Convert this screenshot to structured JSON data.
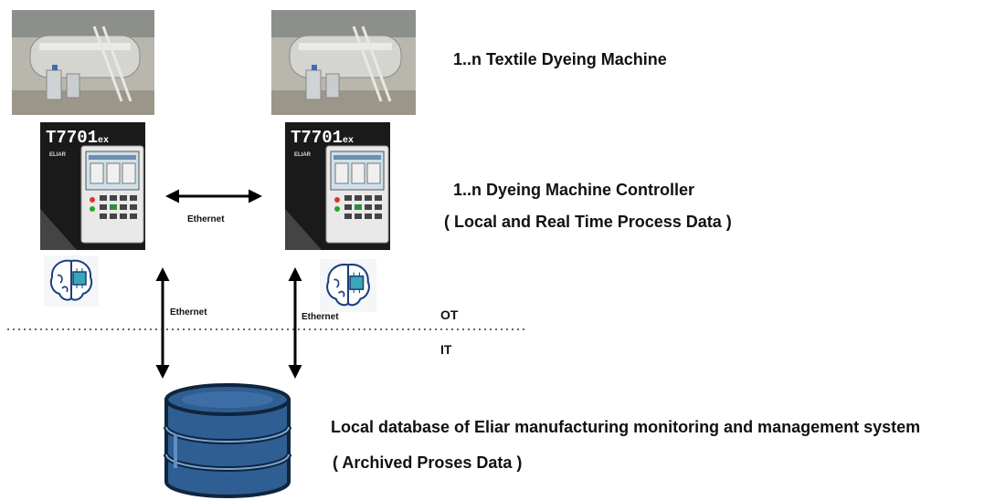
{
  "labels": {
    "machine": "1..n  Textile Dyeing Machine",
    "controller": "1..n  Dyeing Machine Controller",
    "controller_sub": "( Local and Real Time Process Data )",
    "ethernet_h": "Ethernet",
    "ethernet_v1": "Ethernet",
    "ethernet_v2": "Ethernet",
    "ot": "OT",
    "it": "IT",
    "database": "Local database of Eliar manufacturing monitoring and management system",
    "database_sub": "( Archived Proses Data )"
  },
  "controller_1": {
    "model": "T7701",
    "suffix": "ex",
    "brand": "ELIAR"
  },
  "controller_2": {
    "model": "T7701",
    "suffix": "ex",
    "brand": "ELIAR"
  },
  "icons": {
    "machine_photo": "textile-dyeing-machine-photo",
    "controller": "dyeing-controller-device",
    "brain": "brain-chip-icon",
    "database": "database-cylinder-icon"
  },
  "colors": {
    "database": "#2f5f92",
    "database_light": "#7aa6d6",
    "controller_body": "#1a1a1a",
    "arrow": "#000000"
  }
}
